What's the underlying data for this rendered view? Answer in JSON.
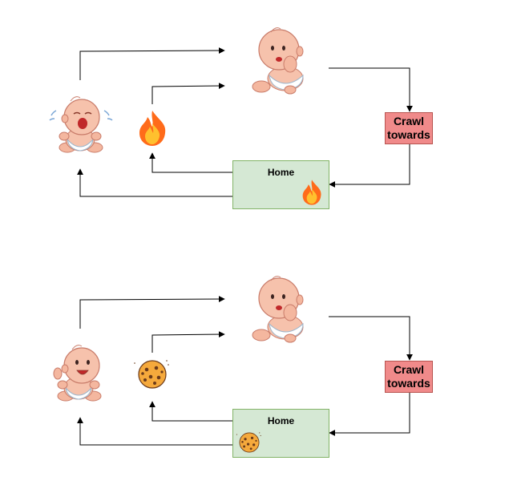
{
  "icons": {
    "baby_crying": "crying-baby-icon",
    "baby_happy": "happy-baby-icon",
    "baby_thinking": "thinking-baby-icon",
    "fire": "fire-icon",
    "cookie": "cookie-icon"
  },
  "colors": {
    "action_fill": "#f08a8a",
    "action_border": "#b85450",
    "home_fill": "#d5e8d4",
    "home_border": "#82b366",
    "arrow": "#000000"
  },
  "scenarios": [
    {
      "stimulus": "fire",
      "baby_state": "crying",
      "action_label": "Crawl towards",
      "home_label": "Home",
      "home_item": "fire"
    },
    {
      "stimulus": "cookie",
      "baby_state": "happy",
      "action_label": "Crawl towards",
      "home_label": "Home",
      "home_item": "cookie"
    }
  ]
}
